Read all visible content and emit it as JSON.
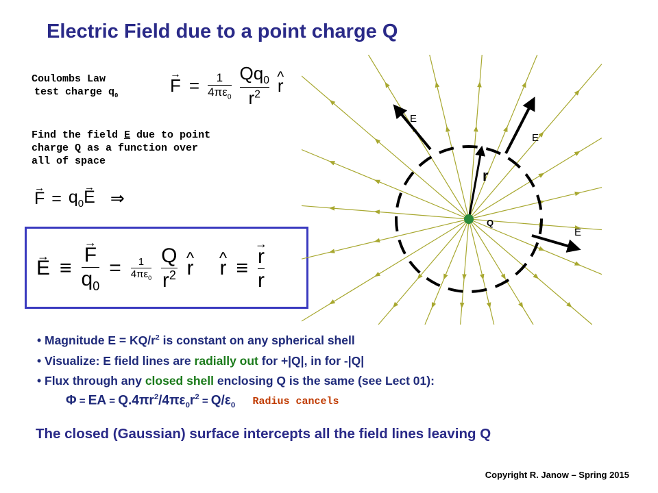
{
  "title": "Electric Field due to a point charge Q",
  "coulomb": {
    "label_line1": "Coulombs Law",
    "label_line2": "test charge q",
    "label_sub": "0",
    "F": "F",
    "num_one": "1",
    "den_4pi": "4πε",
    "den_sub": "0",
    "num_Q": "Qq",
    "num_sub": "0",
    "den_r": "r",
    "den_exp": "2",
    "rhat": "r"
  },
  "find_text": {
    "line1_pre": "Find the field ",
    "line1_E": "E",
    "line1_post": " due to point",
    "line2": "charge Q as a function over",
    "line3": "all of space"
  },
  "force_relation": {
    "F": "F",
    "eq": "=",
    "q": "q",
    "q_sub": "0",
    "E": "E",
    "implies": "⇒"
  },
  "definition": {
    "E": "E",
    "equiv": "≡",
    "F": "F",
    "q": "q",
    "q_sub": "0",
    "eq": "=",
    "one": "1",
    "four_pi": "4πε",
    "four_pi_sub": "0",
    "Q": "Q",
    "r": "r",
    "r_exp": "2",
    "rhat": "r",
    "rhat2": "r",
    "equiv2": "≡",
    "r_num": "r",
    "r_den": "r"
  },
  "bullets": {
    "b1_pre": "Magnitude E = KQ/r",
    "b1_sup": "2",
    "b1_post": " is constant on any spherical shell",
    "b2_pre": "Visualize:  E field lines are ",
    "b2_green": "radially out",
    "b2_mid": " for +|Q|, in for -|Q|",
    "b3_pre": "Flux through any ",
    "b3_green": "closed shell",
    "b3_post": " enclosing Q is the same (see Lect 01):"
  },
  "flux": {
    "phi": "Φ",
    "eq1": " = ",
    "EA": "EA",
    "eq2": " = ",
    "Q4pi": "Q.4πr",
    "exp1": "2",
    "over": "/4πε",
    "sub0": "0",
    "r2": "r",
    "exp2": "2",
    "eq3": " = ",
    "Qeps": "Q/ε",
    "sub1": "0",
    "radius_note": "Radius cancels"
  },
  "conclusion": "The closed (Gaussian) surface intercepts all the field lines leaving Q",
  "copyright": "Copyright R. Janow – Spring 2015",
  "diagram": {
    "label_E1": "E",
    "label_E2": "E",
    "label_E3": "E",
    "label_r": "r",
    "label_Q": "Q",
    "line_color": "#a8a830",
    "charge_color": "#2a8a3a"
  }
}
